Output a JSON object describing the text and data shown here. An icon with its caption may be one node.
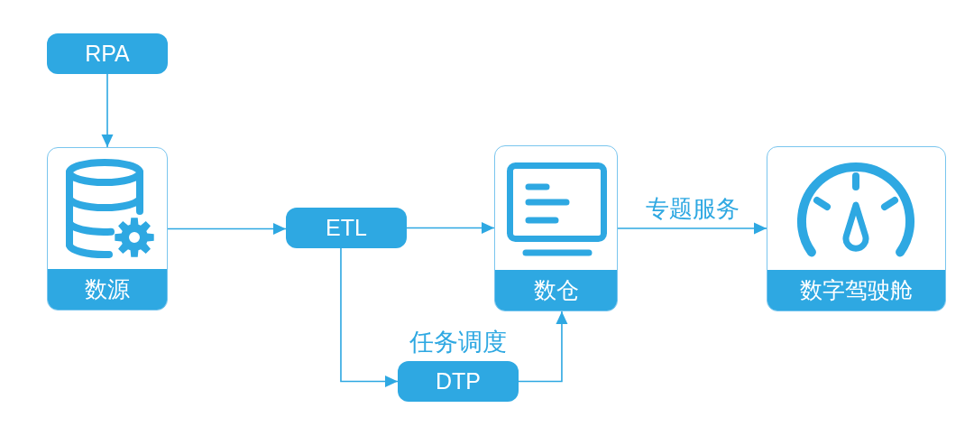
{
  "diagram": {
    "nodes": [
      {
        "text": [
          "RPA"
        ]
      },
      {
        "text": [
          "数源"
        ]
      },
      {
        "text": [
          "ETL"
        ]
      },
      {
        "text": [
          "DTP"
        ],
        "beside": [
          "任务调度"
        ]
      },
      {
        "text": [
          "数仓"
        ]
      },
      {
        "text": [
          "数字驾驶舱"
        ]
      }
    ],
    "edges": [
      {
        "from": 0,
        "to": 1,
        "arrow": "to"
      },
      {
        "from": 1,
        "to": 2,
        "arrow": "to"
      },
      {
        "from": 2,
        "to": 4,
        "arrow": "to"
      },
      {
        "from": 2,
        "to": 3,
        "arrow": "to"
      },
      {
        "from": 3,
        "to": 4,
        "arrow": "to"
      },
      {
        "from": 4,
        "to": 5,
        "arrow": "to",
        "label": "专题服务"
      }
    ]
  }
}
